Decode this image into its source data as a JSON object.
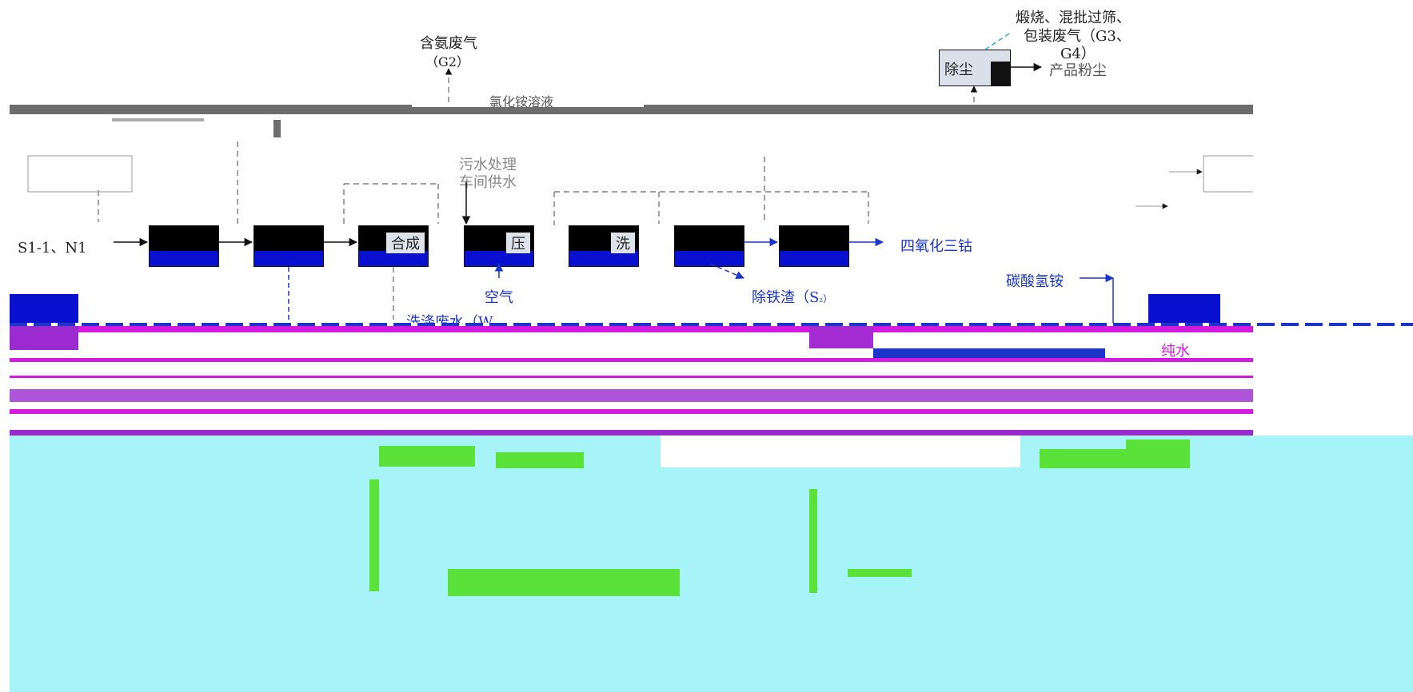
{
  "flow": {
    "inputs_label": "S1-1、N1",
    "air_label": "空气",
    "carbonate_label": "碳酸氢铵",
    "pure_water_label": "纯水",
    "wastewater_text": "洗涤废水（W",
    "wastewater_sub": "₁",
    "ammonia_gas": "含氨废气",
    "ammonia_gas_code": "（G2）",
    "calcination_line1": "煅烧、混批过筛、",
    "calcination_line2": "包装废气（G3、",
    "calcination_line3": "G4）",
    "dust_box_label": "除尘",
    "product_dust": "产品粉尘",
    "iron_slag": "除铁渣（S",
    "iron_slag_sub": "₂）",
    "product_label": "四氧化三钴",
    "top_band_label": "氯化铵溶液",
    "process_boxes": [
      "",
      "",
      "合成",
      "压",
      "洗",
      "",
      ""
    ],
    "plant_text_line1": "污水处理",
    "plant_text_line2": "车间供水"
  },
  "colors": {
    "blue": "#1a35c7",
    "box_fill": "#0a10d0",
    "cyan": "#a6f4f8",
    "green": "#5be23a",
    "magenta": "#d41adf"
  }
}
